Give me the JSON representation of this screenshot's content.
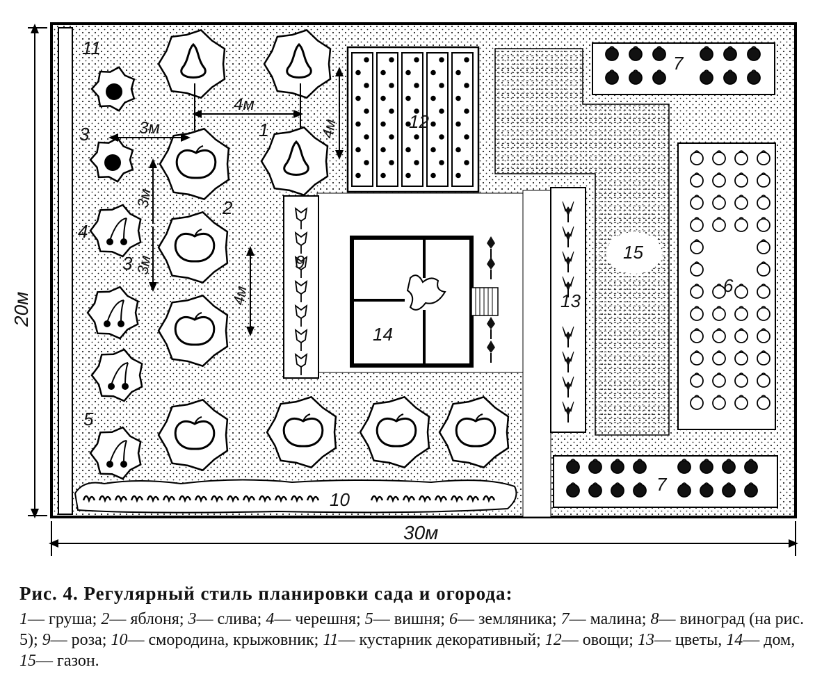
{
  "dimensions": {
    "height": "20м",
    "width": "30м"
  },
  "spacing": {
    "horizontal_a": "4м",
    "horizontal_b": "3м",
    "vertical_a": "4м",
    "vertical_b": "3м",
    "vertical_c": "3м",
    "vertical_d": "4м"
  },
  "zone_numbers": {
    "pear": "1",
    "apple": "2",
    "plum_a": "3",
    "plum_b": "3",
    "cherry": "4",
    "sour_cherry": "5",
    "strawberry": "6",
    "raspberry_top": "7",
    "raspberry_bottom": "7",
    "rose": "9",
    "currant": "10",
    "shrub": "11",
    "vegetables": "12",
    "flowers": "13",
    "house": "14",
    "lawn": "15"
  },
  "caption": {
    "title": "Рис. 4. Регулярный стиль планировки сада и огорода:",
    "legend": [
      {
        "n": "1",
        "t": "груша;"
      },
      {
        "n": "2",
        "t": "яблоня;"
      },
      {
        "n": "3",
        "t": "слива;"
      },
      {
        "n": "4",
        "t": "черешня;"
      },
      {
        "n": "5",
        "t": "вишня;"
      },
      {
        "n": "6",
        "t": "земляника;"
      },
      {
        "n": "7",
        "t": "малина;"
      },
      {
        "n": "8",
        "t": "виноград (на рис. 5);"
      },
      {
        "n": "9",
        "t": "роза;"
      },
      {
        "n": "10",
        "t": "смородина, крыжовник;"
      },
      {
        "n": "11",
        "t": "кустарник декоративный;"
      },
      {
        "n": "12",
        "t": "овощи;"
      },
      {
        "n": "13",
        "t": "цветы,"
      },
      {
        "n": "14",
        "t": "дом,"
      },
      {
        "n": "15",
        "t": "газон."
      }
    ]
  }
}
